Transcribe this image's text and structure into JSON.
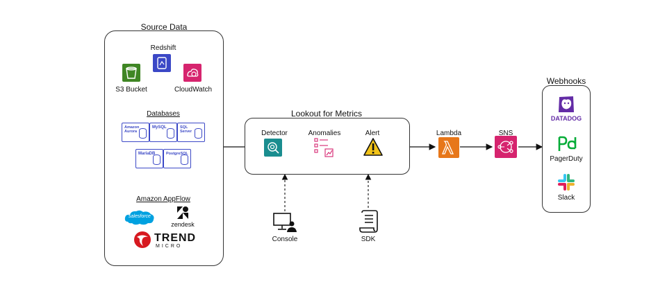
{
  "source": {
    "title": "Source Data",
    "redshift": "Redshift",
    "s3": "S3 Bucket",
    "cloudwatch": "CloudWatch",
    "databases_title": "Databases",
    "dbs": [
      "Amazon Aurora",
      "MySQL",
      "SQL Server",
      "MariaDB",
      "PostgreSQL"
    ],
    "appflow_title": "Amazon AppFlow",
    "salesforce": "salesforce",
    "zendesk": "zendesk",
    "trend": "TREND",
    "micro": "MICRO"
  },
  "lookout": {
    "title": "Lookout for Metrics",
    "detector": "Detector",
    "anomalies": "Anomalies",
    "alert": "Alert"
  },
  "lambda": "Lambda",
  "sns": "SNS",
  "console": "Console",
  "sdk": "SDK",
  "webhooks": {
    "title": "Webhooks",
    "datadog": "DATADOG",
    "pagerduty": "PagerDuty",
    "slack": "Slack"
  },
  "colors": {
    "s3": "#3f8624",
    "database": "#3b48c6",
    "management": "#d6246e",
    "ml": "#1a8d8f",
    "compute": "#e7771a",
    "datadog": "#632ca6",
    "pagerduty": "#06ac38",
    "trend": "#d71920",
    "salesforce": "#00a1e0"
  }
}
